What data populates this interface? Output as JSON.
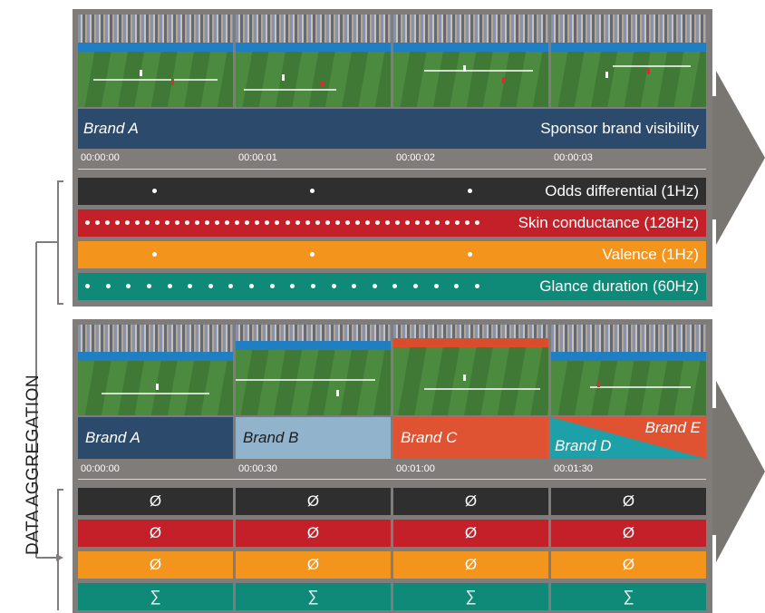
{
  "colors": {
    "panel": "#7f7c7a",
    "dark": "#2f2f30",
    "red": "#c4202a",
    "orange": "#f3941c",
    "teal": "#0f8a79",
    "brand_a": "#2c4a6b",
    "brand_b": "#92b3cc",
    "brand_c": "#df5333",
    "brand_d": "#1ea0a8",
    "arrow": "#797672"
  },
  "side_label": "DATA AGGREGATION",
  "top": {
    "brand": "Brand A",
    "visibility_label": "Sponsor brand visibility",
    "timestamps": [
      "00:00:00",
      "00:00:01",
      "00:00:02",
      "00:00:03"
    ],
    "streams": [
      {
        "label": "Odds differential (1Hz)",
        "color": "dark",
        "dots": 3
      },
      {
        "label": "Skin conductance (128Hz)",
        "color": "red",
        "dots": 40
      },
      {
        "label": "Valence (1Hz)",
        "color": "orange",
        "dots": 3
      },
      {
        "label": "Glance duration (60Hz)",
        "color": "teal",
        "dots": 20
      }
    ]
  },
  "bottom": {
    "brands": [
      "Brand A",
      "Brand B",
      "Brand C",
      "Brand D",
      "Brand E"
    ],
    "timestamps": [
      "00:00:00",
      "00:00:30",
      "00:01:00",
      "00:01:30"
    ],
    "rows": [
      {
        "color": "dark",
        "symbol": "Ø"
      },
      {
        "color": "red",
        "symbol": "Ø"
      },
      {
        "color": "orange",
        "symbol": "Ø"
      },
      {
        "color": "teal",
        "symbol": "∑"
      }
    ]
  }
}
